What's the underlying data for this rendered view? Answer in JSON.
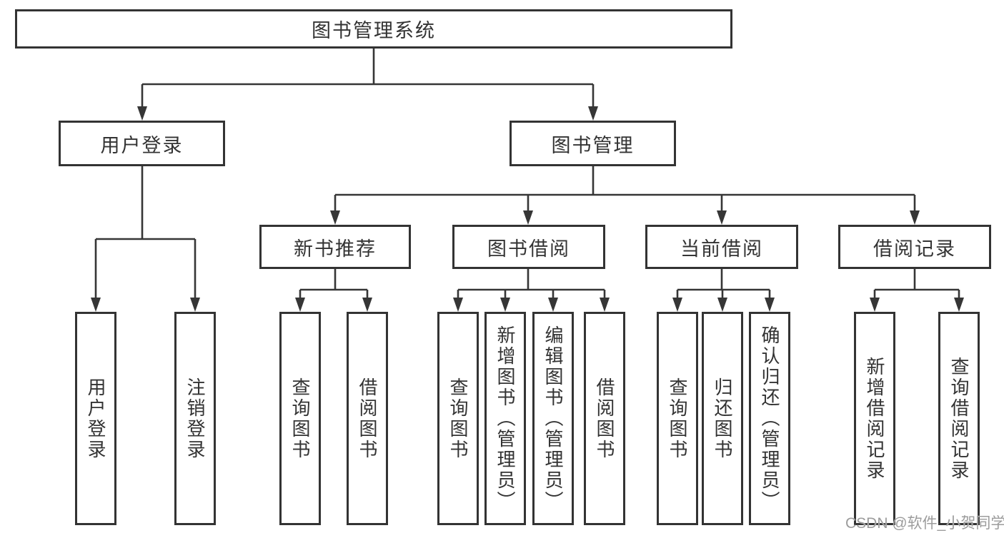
{
  "diagram": {
    "root": "图书管理系统",
    "level1": [
      {
        "label": "用户登录",
        "children": [
          "用户登录",
          "注销登录"
        ]
      },
      {
        "label": "图书管理",
        "level2": [
          {
            "label": "新书推荐",
            "children": [
              "查询图书",
              "借阅图书"
            ]
          },
          {
            "label": "图书借阅",
            "children": [
              "查询图书",
              "新增图书（管理员）",
              "编辑图书（管理员）",
              "借阅图书"
            ]
          },
          {
            "label": "当前借阅",
            "children": [
              "查询图书",
              "归还图书",
              "确认归还（管理员）"
            ]
          },
          {
            "label": "借阅记录",
            "children": [
              "新增借阅记录",
              "查询借阅记录"
            ]
          }
        ]
      }
    ]
  },
  "watermark": "CSDN @软件_小贺同学",
  "colors": {
    "line": "#363636",
    "box_border": "#333333",
    "text": "#333333",
    "background": "#ffffff",
    "watermark": "#9c9c9c"
  }
}
